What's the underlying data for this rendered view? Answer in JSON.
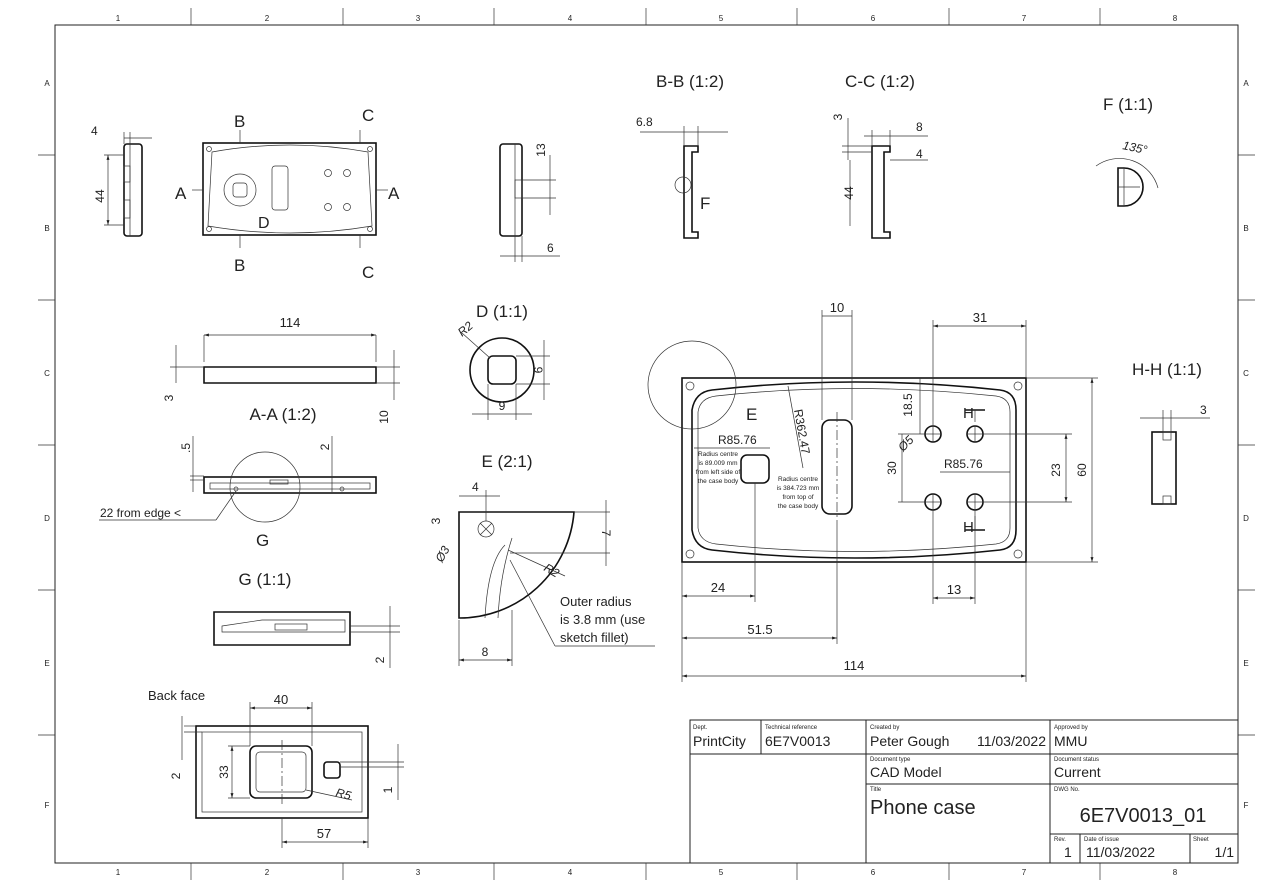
{
  "frame": {
    "columns": [
      "1",
      "2",
      "3",
      "4",
      "5",
      "6",
      "7",
      "8"
    ],
    "rows": [
      "A",
      "B",
      "C",
      "D",
      "E",
      "F"
    ]
  },
  "views": {
    "bb": "B-B (1:2)",
    "cc": "C-C (1:2)",
    "f": "F (1:1)",
    "d": "D (1:1)",
    "aa": "A-A (1:2)",
    "e": "E (2:1)",
    "g": "G (1:1)",
    "hh": "H-H (1:1)",
    "back": "Back face"
  },
  "section_letters": {
    "a": "A",
    "b": "B",
    "c": "C",
    "d": "D",
    "e": "E",
    "f": "F",
    "g": "G",
    "h": "H"
  },
  "dimensions": {
    "left_4": "4",
    "left_44": "44",
    "side_13": "13",
    "side_6": "6",
    "bb_68": "6.8",
    "cc_3": "3",
    "cc_8": "8",
    "cc_4": "4",
    "cc_44": "44",
    "f_135": "135°",
    "side2_114": "114",
    "side2_3": "3",
    "side2_10": "10",
    "d_r2": "R2",
    "d_9a": "9",
    "d_9b": "9",
    "aa_5": ".5",
    "aa_2": "2",
    "aa_note": "22 from edge <",
    "e_4": "4",
    "e_3": "3",
    "e_d3": "Ø3",
    "e_7": "7",
    "e_r2": "R2",
    "e_8": "8",
    "e_note": [
      "Outer radius",
      "is 3.8 mm (use",
      "sketch fillet)"
    ],
    "g_2": "2",
    "back_40": "40",
    "back_33": "33",
    "back_2": "2",
    "back_r5": "R5",
    "back_1": "1",
    "back_57": "57",
    "main_10": "10",
    "main_31": "31",
    "main_185": "18.5",
    "main_d5": "Ø5",
    "main_r362": "R362.47",
    "main_r8576a": "R85.76",
    "main_r8576b": "R85.76",
    "main_30": "30",
    "main_23": "23",
    "main_60": "60",
    "main_24": "24",
    "main_13": "13",
    "main_515": "51.5",
    "main_114": "114",
    "main_note1": [
      "Radius centre",
      "is 89.009 mm",
      "from left side of",
      "the case body"
    ],
    "main_note2": [
      "Radius centre",
      "is 384.723 mm",
      "from top of",
      "the case body"
    ],
    "hh_3": "3"
  },
  "title_block": {
    "dept_label": "Dept.",
    "dept": "PrintCity",
    "techref_label": "Technical reference",
    "techref": "6E7V0013",
    "created_label": "Created by",
    "created_by": "Peter Gough",
    "created_date": "11/03/2022",
    "approved_label": "Approved by",
    "approved_by": "MMU",
    "doctype_label": "Document type",
    "doctype": "CAD Model",
    "docstatus_label": "Document status",
    "docstatus": "Current",
    "title_label": "Title",
    "title": "Phone case",
    "dwg_label": "DWG No.",
    "dwg": "6E7V0013_01",
    "rev_label": "Rev.",
    "rev": "1",
    "issue_label": "Date of issue",
    "issue": "11/03/2022",
    "sheet_label": "Sheet",
    "sheet": "1/1"
  }
}
